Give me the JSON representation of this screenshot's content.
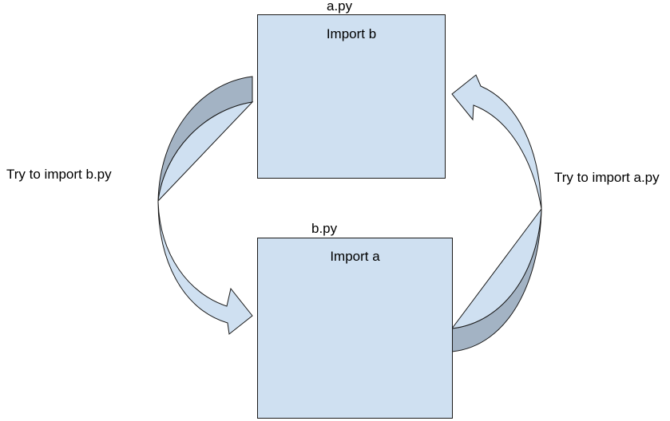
{
  "colors": {
    "box_fill": "#cfe0f1",
    "arrow_light": "#cfe0f1",
    "arrow_dark": "#a3b3c4",
    "stroke": "#1a1a1a"
  },
  "module_a": {
    "filename": "a.py",
    "statement": "Import b"
  },
  "module_b": {
    "filename": "b.py",
    "statement": "Import a"
  },
  "arrows": {
    "left_label": "Try to import b.py",
    "right_label": "Try to import a.py"
  }
}
